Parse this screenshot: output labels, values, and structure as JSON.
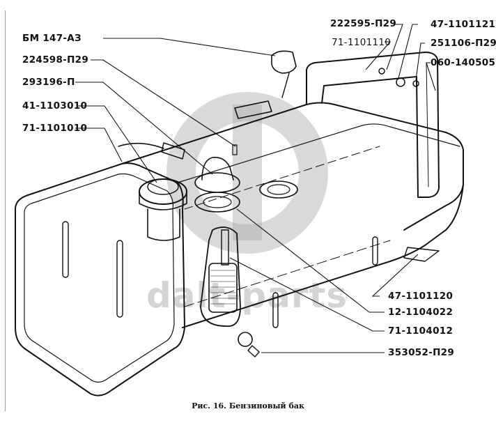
{
  "figure": {
    "caption": "Рис. 16. Бензиновый бак",
    "subject": "fuel-tank",
    "watermark": "dalt-parts"
  },
  "labels": {
    "left": [
      {
        "id": "bm147",
        "text": "БМ 147-АЗ"
      },
      {
        "id": "p224598",
        "text": "224598-П29"
      },
      {
        "id": "p293196",
        "text": "293196-П"
      },
      {
        "id": "p41_1103010",
        "text": "41-1103010"
      },
      {
        "id": "p71_1101010",
        "text": "71-1101010"
      }
    ],
    "top_right": [
      {
        "id": "p222595",
        "text": "222595-П29"
      },
      {
        "id": "p71_1101110",
        "text": "71-1101110"
      },
      {
        "id": "p47_1101121",
        "text": "47-1101121"
      },
      {
        "id": "p251106",
        "text": "251106-П29"
      },
      {
        "id": "p060_140505",
        "text": "060-140505"
      }
    ],
    "bottom_right": [
      {
        "id": "p47_1101120",
        "text": "47-1101120"
      },
      {
        "id": "p12_1104022",
        "text": "12-1104022"
      },
      {
        "id": "p71_1104012",
        "text": "71-1104012"
      },
      {
        "id": "p353052",
        "text": "353052-П29"
      }
    ]
  }
}
